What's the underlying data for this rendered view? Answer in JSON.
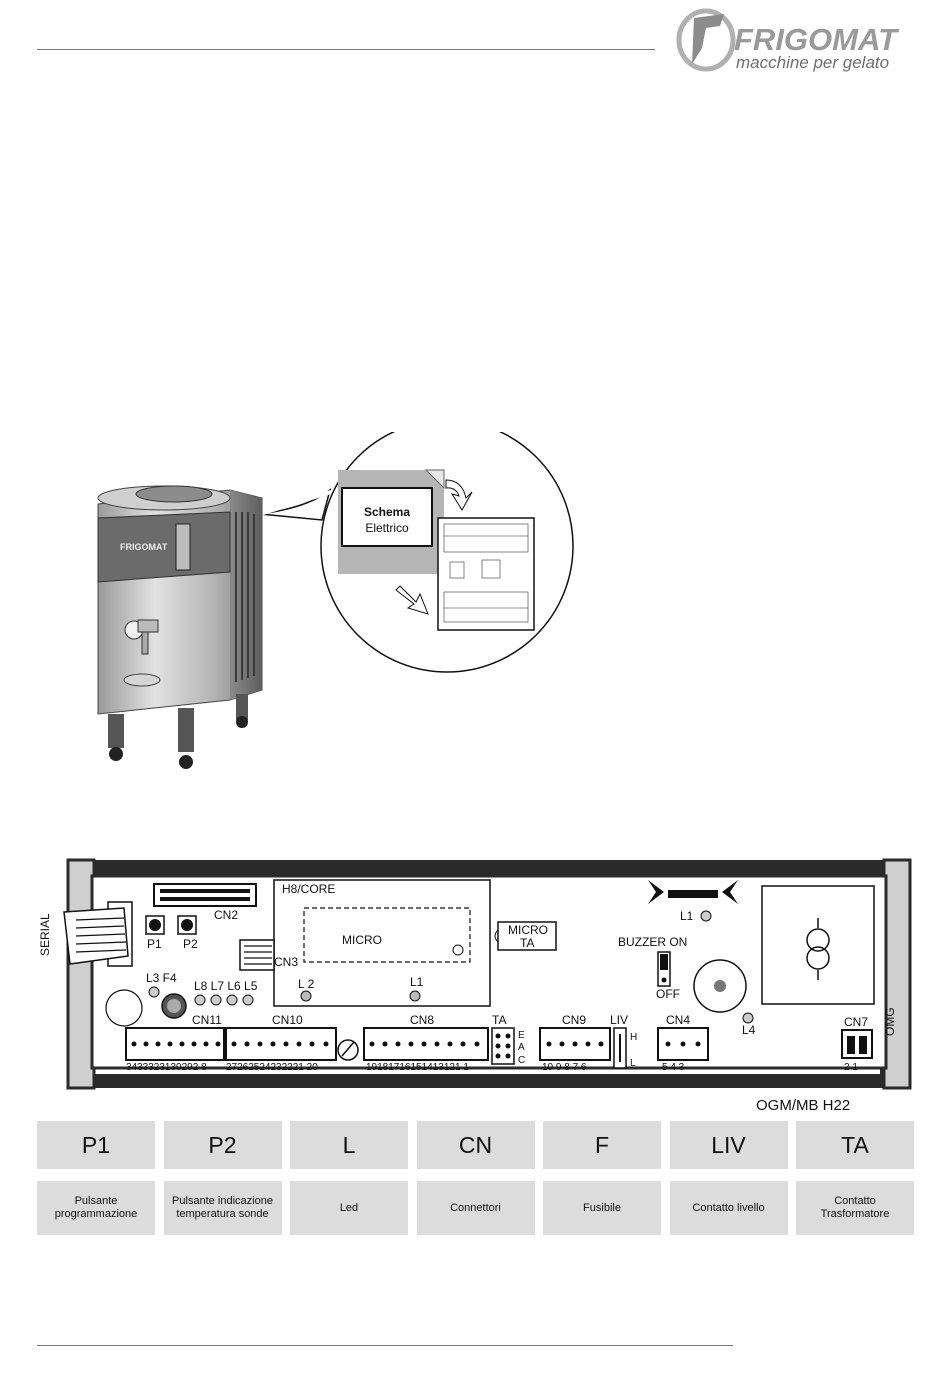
{
  "brand": {
    "name": "FRIGOMAT",
    "tagline": "macchine per gelato"
  },
  "callout": {
    "line1": "Schema",
    "line2": "Elettrico"
  },
  "machine": {
    "logo": "FRIGOMAT"
  },
  "board": {
    "serial": "SERIAL",
    "core": "H8/CORE",
    "micro": "MICRO",
    "micro_ta_1": "MICRO",
    "micro_ta_2": "TA",
    "cn2": "CN2",
    "cn3": "CN3",
    "p1": "P1",
    "p2": "P2",
    "l3f4": "L3 F4",
    "leds": "L8 L7 L6 L5",
    "l2": "L 2",
    "l1_core": "L1",
    "l1_top": "L1",
    "buzzer_on": "BUZZER ON",
    "off": "OFF",
    "l4": "L4",
    "omg": "OMG",
    "cn7": "CN7",
    "cn7_pins": "2  1",
    "cn11": "CN11",
    "cn11_pins": "3433323130292 8",
    "cn10": "CN10",
    "cn10_pins": "27262524232221 20",
    "cn8": "CN8",
    "cn8_pins": "19181716151413121 1",
    "ta": "TA",
    "ta_e": "E",
    "ta_a": "A",
    "ta_c": "C",
    "cn9": "CN9",
    "cn9_pins": "10 9  8  7  6",
    "liv": "LIV",
    "liv_h": "H",
    "liv_l": "L",
    "cn4": "CN4",
    "cn4_pins": "5  4  3",
    "model": "OGM/MB  H22"
  },
  "legend": {
    "codes": [
      "P1",
      "P2",
      "L",
      "CN",
      "F",
      "LIV",
      "TA"
    ],
    "descriptions": [
      "Pulsante programmazione",
      "Pulsante indicazione temperatura sonde",
      "Led",
      "Connettori",
      "Fusibile",
      "Contatto livello",
      "Contatto Trasformatore"
    ]
  },
  "colors": {
    "legend_bg": "#dcdcdc",
    "board_frame": "#2a2a2a",
    "brand_gray": "#9a9a9a"
  }
}
